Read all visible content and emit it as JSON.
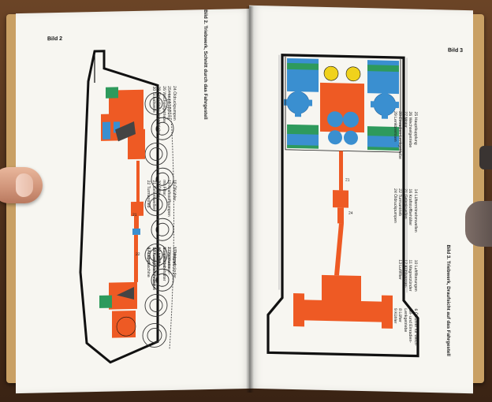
{
  "left_page": {
    "label": "Bild 2",
    "caption": "Bild 2. Triebwerk, Schnitt durch das Fahrgestell",
    "legend_col1": [
      "1 Triebrad",
      "2 Gleiskette",
      "3 Laufräder",
      "4 Leitrad",
      "5 Flüssigkeitsführung",
      "6 Auspuff"
    ],
    "legend_col2": [
      "11 Magnetzünder",
      "12 Kühlwasser-",
      "ausgleichsbehälter",
      "13 Luftfilter",
      "16 Auspuffsammelrohre",
      "17 Lüftmaschine"
    ],
    "legend_col3": [
      "18 Ölkühler",
      "19 Kraftstoffpumpen",
      "mit Filter",
      "20 Ölfilter",
      "21 Gelenkwellen",
      "22 Turmantrieb"
    ],
    "legend_col4": [
      "24 Öldruckpumpen",
      "25 Hauptkupplung",
      "26 Wechselgetriebe",
      "28 Einradien-Lenkgetriebe",
      "30 Schaltwelle"
    ]
  },
  "right_page": {
    "label": "Bild 3",
    "caption": "Bild 3. Triebwerk, Draufsicht auf das Fahrgestell",
    "legend_col1": [
      "6 Ölkühler für Wech-",
      "sel- und Einradien-",
      "Lenkgetriebe",
      "8 Lüfter",
      "9 Kühler"
    ],
    "legend_col2": [
      "10 Luftfilterungen",
      "11 Magnetzünder",
      "12 Kühlwasser-",
      "13 Luftfilter"
    ],
    "legend_col3": [
      "14 Lüftermitnehmwellen",
      "16 Kraftstoffbehälter",
      "21 Gelenkwellen",
      "22 Turmantrieb",
      "24 Öldruckpumpen"
    ],
    "legend_col4": [
      "25 Hauptkupplung",
      "26 Wechselgetriebe",
      "27 Motor",
      "28 Einradien-Lenkgetriebe",
      "29 Lenkbremsen"
    ]
  },
  "colors": {
    "orange": "#ee5a24",
    "blue": "#3a8fd0",
    "green": "#2e9a5c",
    "yellow": "#f0d21c",
    "ink": "#111111"
  }
}
